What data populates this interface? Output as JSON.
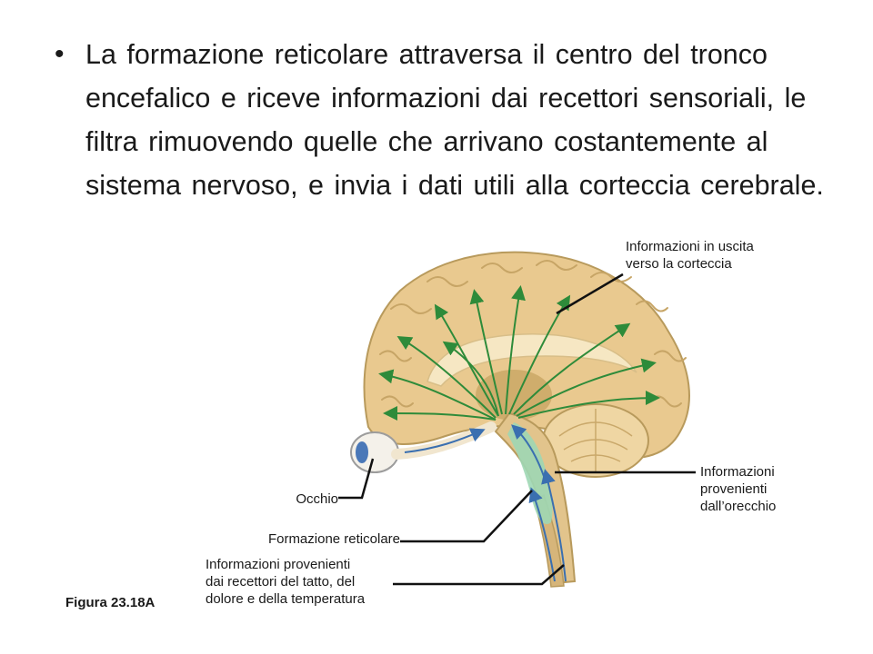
{
  "slide": {
    "bullet_text": "La formazione reticolare attraversa il centro del tronco encefalico e riceve informazioni dai recettori sensoriali, le filtra rimuovendo quelle che arrivano costantemente al sistema nervoso, e invia i dati utili alla corteccia cerebrale.",
    "figure_label": "Figura 23.18A"
  },
  "diagram": {
    "labels": {
      "output": [
        "Informazioni in uscita",
        "verso la corteccia"
      ],
      "ear": [
        "Informazioni",
        "provenienti",
        "dall’orecchio"
      ],
      "eye": "Occhio",
      "reticular": "Formazione reticolare",
      "touch": [
        "Informazioni provenienti",
        "dai recettori del tatto, del",
        "dolore e della temperatura"
      ]
    },
    "colors": {
      "cortex": "#e9c98f",
      "cortex_outline": "#b89a5c",
      "white_matter": "#f6e7c3",
      "brainstem": "#e2c48c",
      "cerebellum": "#efd6a3",
      "reticular_formation": "#9fd7b4",
      "output_arrows": "#2e8b3a",
      "input_arrows": "#3a6fb0",
      "leader_lines": "#111111"
    }
  }
}
